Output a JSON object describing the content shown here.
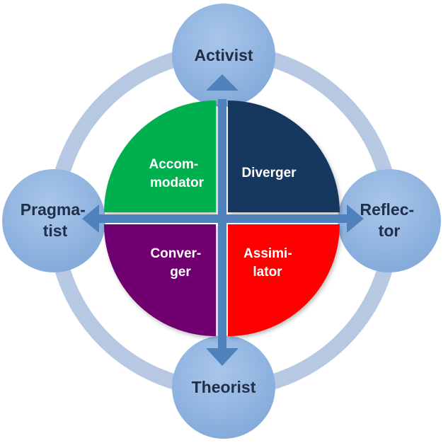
{
  "nodes": {
    "top": {
      "lines": [
        "Activist"
      ]
    },
    "right": {
      "lines": [
        "Reflec-",
        "tor"
      ]
    },
    "bottom": {
      "lines": [
        "Theorist"
      ]
    },
    "left": {
      "lines": [
        "Pragma-",
        "tist"
      ]
    }
  },
  "quadrants": {
    "top_left": {
      "lines": [
        "Accom-",
        "modator"
      ],
      "color": "#00b050"
    },
    "top_right": {
      "lines": [
        "Diverger"
      ],
      "color": "#17375e"
    },
    "bottom_right": {
      "lines": [
        "Assimi-",
        "lator"
      ],
      "color": "#ff0000"
    },
    "bottom_left": {
      "lines": [
        "Conver-",
        "ger"
      ],
      "color": "#700070"
    }
  },
  "colors": {
    "node_fill": "#8eb4e3",
    "ring": "#b7c9e2",
    "arrow": "#4f81bd",
    "node_text": "#1f2f4a",
    "quad_text": "#ffffff"
  }
}
